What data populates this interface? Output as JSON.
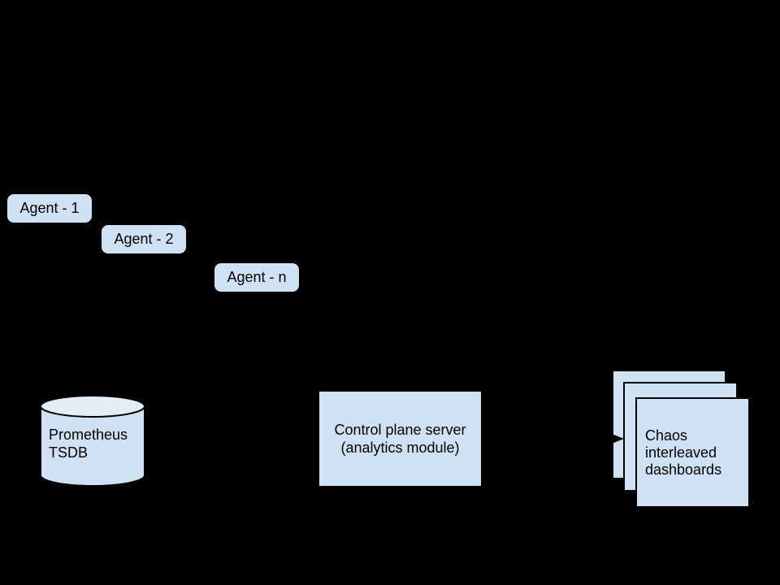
{
  "diagram": {
    "title": "monitoring architecture diagram",
    "colors": {
      "background": "#000000",
      "node_fill": "#cfe2f3",
      "cylinder_body_fill": "#cfe1f3",
      "cylinder_top_fill": "#e3edf8",
      "outline": "#000000",
      "text": "#000000"
    },
    "agents": [
      {
        "label": "Agent - 1"
      },
      {
        "label": "Agent - 2"
      },
      {
        "label": "Agent - n"
      }
    ],
    "database": {
      "label": "Prometheus\nTSDB"
    },
    "server": {
      "label": "Control plane server\n(analytics module)"
    },
    "dashboards": {
      "label": "Chaos\ninterleaved\ndashboards",
      "page_count": 3
    },
    "connector": {
      "type": "arrowhead",
      "direction": "right"
    }
  }
}
